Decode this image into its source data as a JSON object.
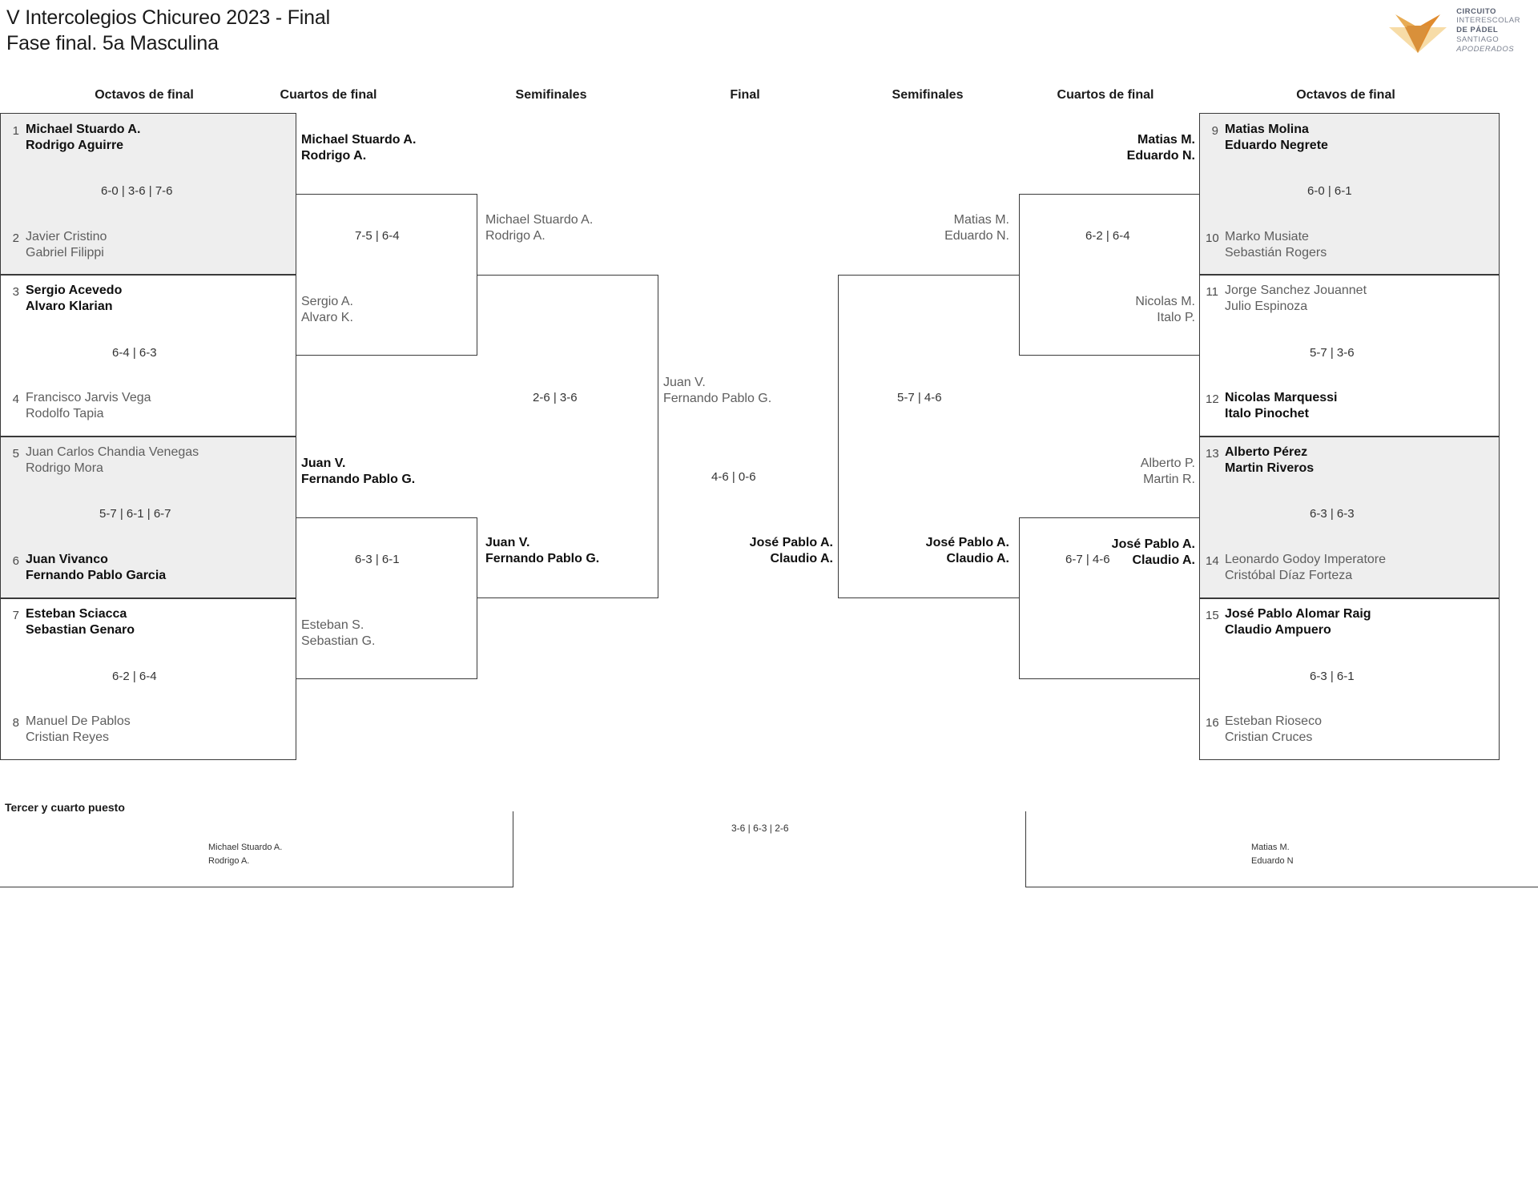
{
  "header": {
    "title_line1": "V Intercolegios Chicureo 2023 - Final",
    "title_line2": "Fase final. 5a Masculina",
    "logo": {
      "line1": "CIRCUITO",
      "line2": "INTERESCOLAR",
      "line3": "DE PÁDEL",
      "line4": "SANTIAGO",
      "line5": "APODERADOS",
      "color_dark": "#d99336",
      "color_light": "#f5d49a"
    }
  },
  "round_headers": {
    "left_r16": "Octavos de final",
    "left_qf": "Cuartos de final",
    "left_sf": "Semifinales",
    "final": "Final",
    "right_sf": "Semifinales",
    "right_qf": "Cuartos de final",
    "right_r16": "Octavos de final"
  },
  "left_r16": [
    {
      "seed_a": "1",
      "a_line1": "Michael Stuardo A.",
      "a_line2": "Rodrigo Aguirre",
      "a_result": "win",
      "seed_b": "2",
      "b_line1": "Javier Cristino",
      "b_line2": "Gabriel Filippi",
      "b_result": "lose",
      "score": "6-0 | 3-6 | 7-6"
    },
    {
      "seed_a": "3",
      "a_line1": "Sergio Acevedo",
      "a_line2": "Alvaro Klarian",
      "a_result": "win",
      "seed_b": "4",
      "b_line1": "Francisco Jarvis Vega",
      "b_line2": "Rodolfo Tapia",
      "b_result": "lose",
      "score": "6-4 | 6-3"
    },
    {
      "seed_a": "5",
      "a_line1": "Juan Carlos Chandia Venegas",
      "a_line2": "Rodrigo Mora",
      "a_result": "lose",
      "seed_b": "6",
      "b_line1": "Juan Vivanco",
      "b_line2": "Fernando Pablo Garcia",
      "b_result": "win",
      "score": "5-7 | 6-1 | 6-7"
    },
    {
      "seed_a": "7",
      "a_line1": "Esteban Sciacca",
      "a_line2": "Sebastian Genaro",
      "a_result": "win",
      "seed_b": "8",
      "b_line1": "Manuel De Pablos",
      "b_line2": "Cristian Reyes",
      "b_result": "lose",
      "score": "6-2 | 6-4"
    }
  ],
  "left_qf": [
    {
      "a_line1": "Michael Stuardo A.",
      "a_line2": "Rodrigo A.",
      "a_result": "win",
      "b_line1": "Sergio A.",
      "b_line2": "Alvaro K.",
      "b_result": "lose",
      "score": "7-5 | 6-4"
    },
    {
      "a_line1": "Juan V.",
      "a_line2": "Fernando Pablo G.",
      "a_result": "win",
      "b_line1": "Esteban S.",
      "b_line2": "Sebastian G.",
      "b_result": "lose",
      "score": "6-3 | 6-1"
    }
  ],
  "left_sf": [
    {
      "a_line1": "Michael Stuardo A.",
      "a_line2": "Rodrigo A.",
      "a_result": "lose",
      "b_line1": "Juan V.",
      "b_line2": "Fernando Pablo G.",
      "b_result": "win",
      "score": "2-6 | 3-6"
    }
  ],
  "final": {
    "a_line1": "Juan V.",
    "a_line2": "Fernando Pablo G.",
    "a_result": "lose",
    "b_line1": "José Pablo A.",
    "b_line2": "Claudio A.",
    "b_result": "win",
    "score": "4-6 | 0-6"
  },
  "right_sf": [
    {
      "a_line1": "Matias M.",
      "a_line2": "Eduardo N.",
      "a_result": "lose",
      "b_line1": "José Pablo A.",
      "b_line2": "Claudio A.",
      "b_result": "win",
      "score": "5-7 | 4-6"
    }
  ],
  "right_qf": [
    {
      "a_line1": "Matias M.",
      "a_line2": "Eduardo N.",
      "a_result": "win",
      "b_line1": "Nicolas M.",
      "b_line2": "Italo P.",
      "b_result": "lose",
      "score": "6-2 | 6-4"
    },
    {
      "a_line1": "Alberto P.",
      "a_line2": "Martin R.",
      "a_result": "lose",
      "b_line1": "José Pablo A.",
      "b_line2": "Claudio A.",
      "b_result": "win",
      "score": "6-7 | 4-6"
    }
  ],
  "right_r16": [
    {
      "seed_a": "9",
      "a_line1": "Matias Molina",
      "a_line2": "Eduardo Negrete",
      "a_result": "win",
      "seed_b": "10",
      "b_line1": "Marko Musiate",
      "b_line2": "Sebastián Rogers",
      "b_result": "lose",
      "score": "6-0 | 6-1"
    },
    {
      "seed_a": "11",
      "a_line1": "Jorge Sanchez Jouannet",
      "a_line2": "Julio Espinoza",
      "a_result": "lose",
      "seed_b": "12",
      "b_line1": "Nicolas Marquessi",
      "b_line2": "Italo Pinochet",
      "b_result": "win",
      "score": "5-7 | 3-6"
    },
    {
      "seed_a": "13",
      "a_line1": "Alberto Pérez",
      "a_line2": "Martin Riveros",
      "a_result": "win",
      "seed_b": "14",
      "b_line1": "Leonardo Godoy Imperatore",
      "b_line2": "Cristóbal Díaz Forteza",
      "b_result": "lose",
      "score": "6-3 | 6-3"
    },
    {
      "seed_a": "15",
      "a_line1": "José Pablo Alomar Raig",
      "a_line2": "Claudio Ampuero",
      "a_result": "win",
      "seed_b": "16",
      "b_line1": "Esteban Rioseco",
      "b_line2": "Cristian Cruces",
      "b_result": "lose",
      "score": "6-3 | 6-1"
    }
  ],
  "third_place": {
    "title": "Tercer y cuarto puesto",
    "left_line1": "Michael Stuardo A.",
    "left_line2": "Rodrigo A.",
    "right_line1": "Matias M.",
    "right_line2": "Eduardo N",
    "score": "3-6 | 6-3 | 2-6"
  }
}
